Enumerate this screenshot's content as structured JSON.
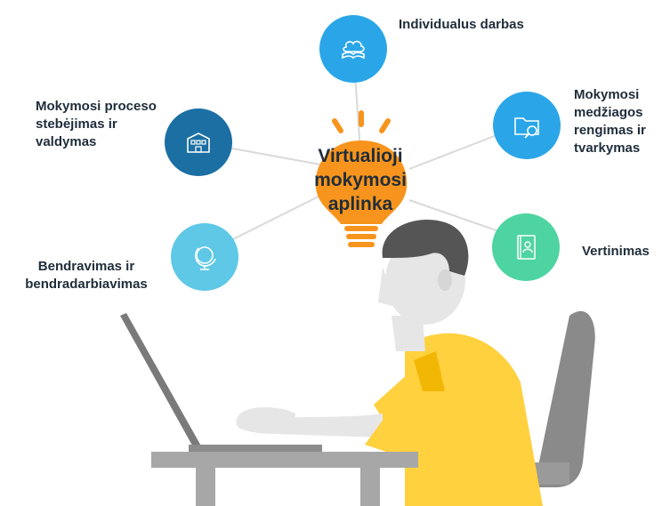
{
  "center": {
    "title": "Virtualioji\nmokymosi\naplinka"
  },
  "nodes": [
    {
      "id": "individual",
      "label": "Individualus darbas",
      "color": "#2aa6e8",
      "icon": "cloud-book-icon"
    },
    {
      "id": "materials",
      "label": "Mokymosi\nmedžiagos\nrengimas ir\ntvarkymas",
      "color": "#2aa6e8",
      "icon": "folder-search-icon"
    },
    {
      "id": "assessment",
      "label": "Vertinimas",
      "color": "#4ed4a0",
      "icon": "contact-book-icon"
    },
    {
      "id": "communication",
      "label": "Bendravimas ir\nbendradarbiavimas",
      "color": "#5ec8e6",
      "icon": "globe-icon"
    },
    {
      "id": "monitoring",
      "label": "Mokymosi proceso\nstebėjimas ir\nvaldymas",
      "color": "#1b6fa3",
      "icon": "building-icon"
    }
  ],
  "colors": {
    "bulb": "#f7941d",
    "shirt": "#ffd13f",
    "skin": "#e6e6e6",
    "hair": "#555555",
    "chair": "#8a8a8a",
    "laptop": "#7a7a7a",
    "desk": "#a7a7a7"
  }
}
